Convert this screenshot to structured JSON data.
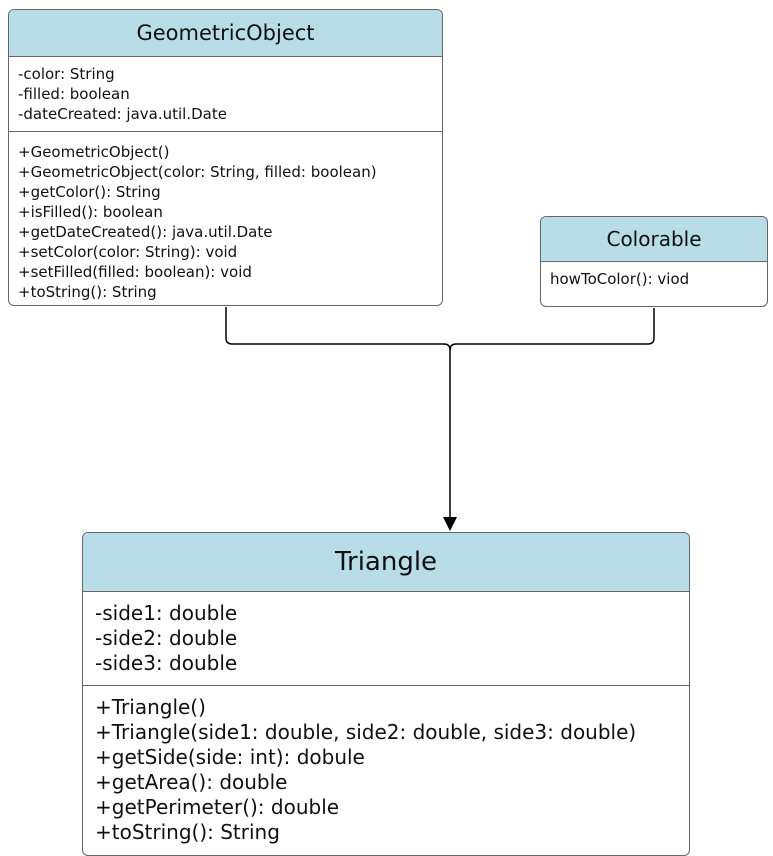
{
  "classes": {
    "geometric_object": {
      "name": "GeometricObject",
      "fields": [
        "-color: String",
        "-filled: boolean",
        "-dateCreated: java.util.Date"
      ],
      "methods": [
        "+GeometricObject()",
        "+GeometricObject(color: String, filled: boolean)",
        "+getColor(): String",
        "+isFilled(): boolean",
        "+getDateCreated(): java.util.Date",
        "+setColor(color: String): void",
        "+setFilled(filled: boolean): void",
        "+toString(): String"
      ]
    },
    "colorable": {
      "name": "Colorable",
      "methods": [
        "howToColor(): viod"
      ]
    },
    "triangle": {
      "name": "Triangle",
      "fields": [
        "-side1: double",
        "-side2: double",
        "-side3: double"
      ],
      "methods": [
        "+Triangle()",
        "+Triangle(side1: double, side2: double, side3: double)",
        "+getSide(side: int): dobule",
        "+getArea(): double",
        "+getPerimeter(): double",
        "+toString(): String"
      ]
    }
  },
  "colors": {
    "header_fill": "#b9dde8",
    "border": "#666666",
    "connector": "#000000"
  }
}
